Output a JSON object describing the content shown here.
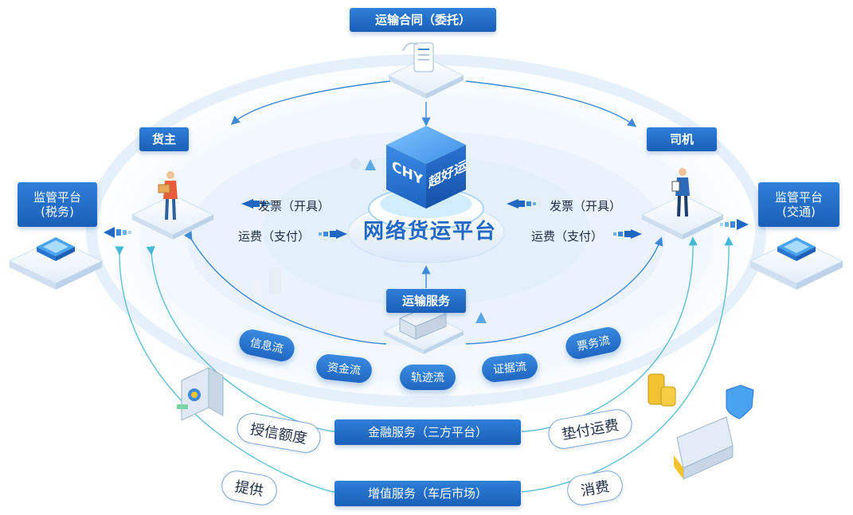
{
  "top_node": {
    "label": "运输合同（委托）"
  },
  "shipper": {
    "label": "货主"
  },
  "driver": {
    "label": "司机"
  },
  "tax_platform": {
    "line1": "监管平台",
    "line2": "(税务)"
  },
  "traffic_platform": {
    "line1": "监管平台",
    "line2": "(交通)"
  },
  "center": {
    "title": "网络货运平台",
    "brand_code": "CHY",
    "brand_name": "超好运"
  },
  "left_flows": {
    "invoice": "发票（开具）",
    "freight": "运费（支付）"
  },
  "right_flows": {
    "invoice": "发票（开具）",
    "freight": "运费（支付）"
  },
  "transport_service": {
    "label": "运输服务"
  },
  "flows": [
    "信息流",
    "资金流",
    "轨迹流",
    "证据流",
    "票务流"
  ],
  "finance_service": {
    "label": "金融服务（三方平台）"
  },
  "value_added_service": {
    "label": "增值服务（车后市场）"
  },
  "credit_limit": {
    "label": "授信额度"
  },
  "advance_freight": {
    "label": "垫付运费"
  },
  "provide": {
    "label": "提供"
  },
  "consume": {
    "label": "消费"
  },
  "colors": {
    "primary": "#1f67c2",
    "accent": "#3fa0e8",
    "cyan": "#35c6e8"
  }
}
